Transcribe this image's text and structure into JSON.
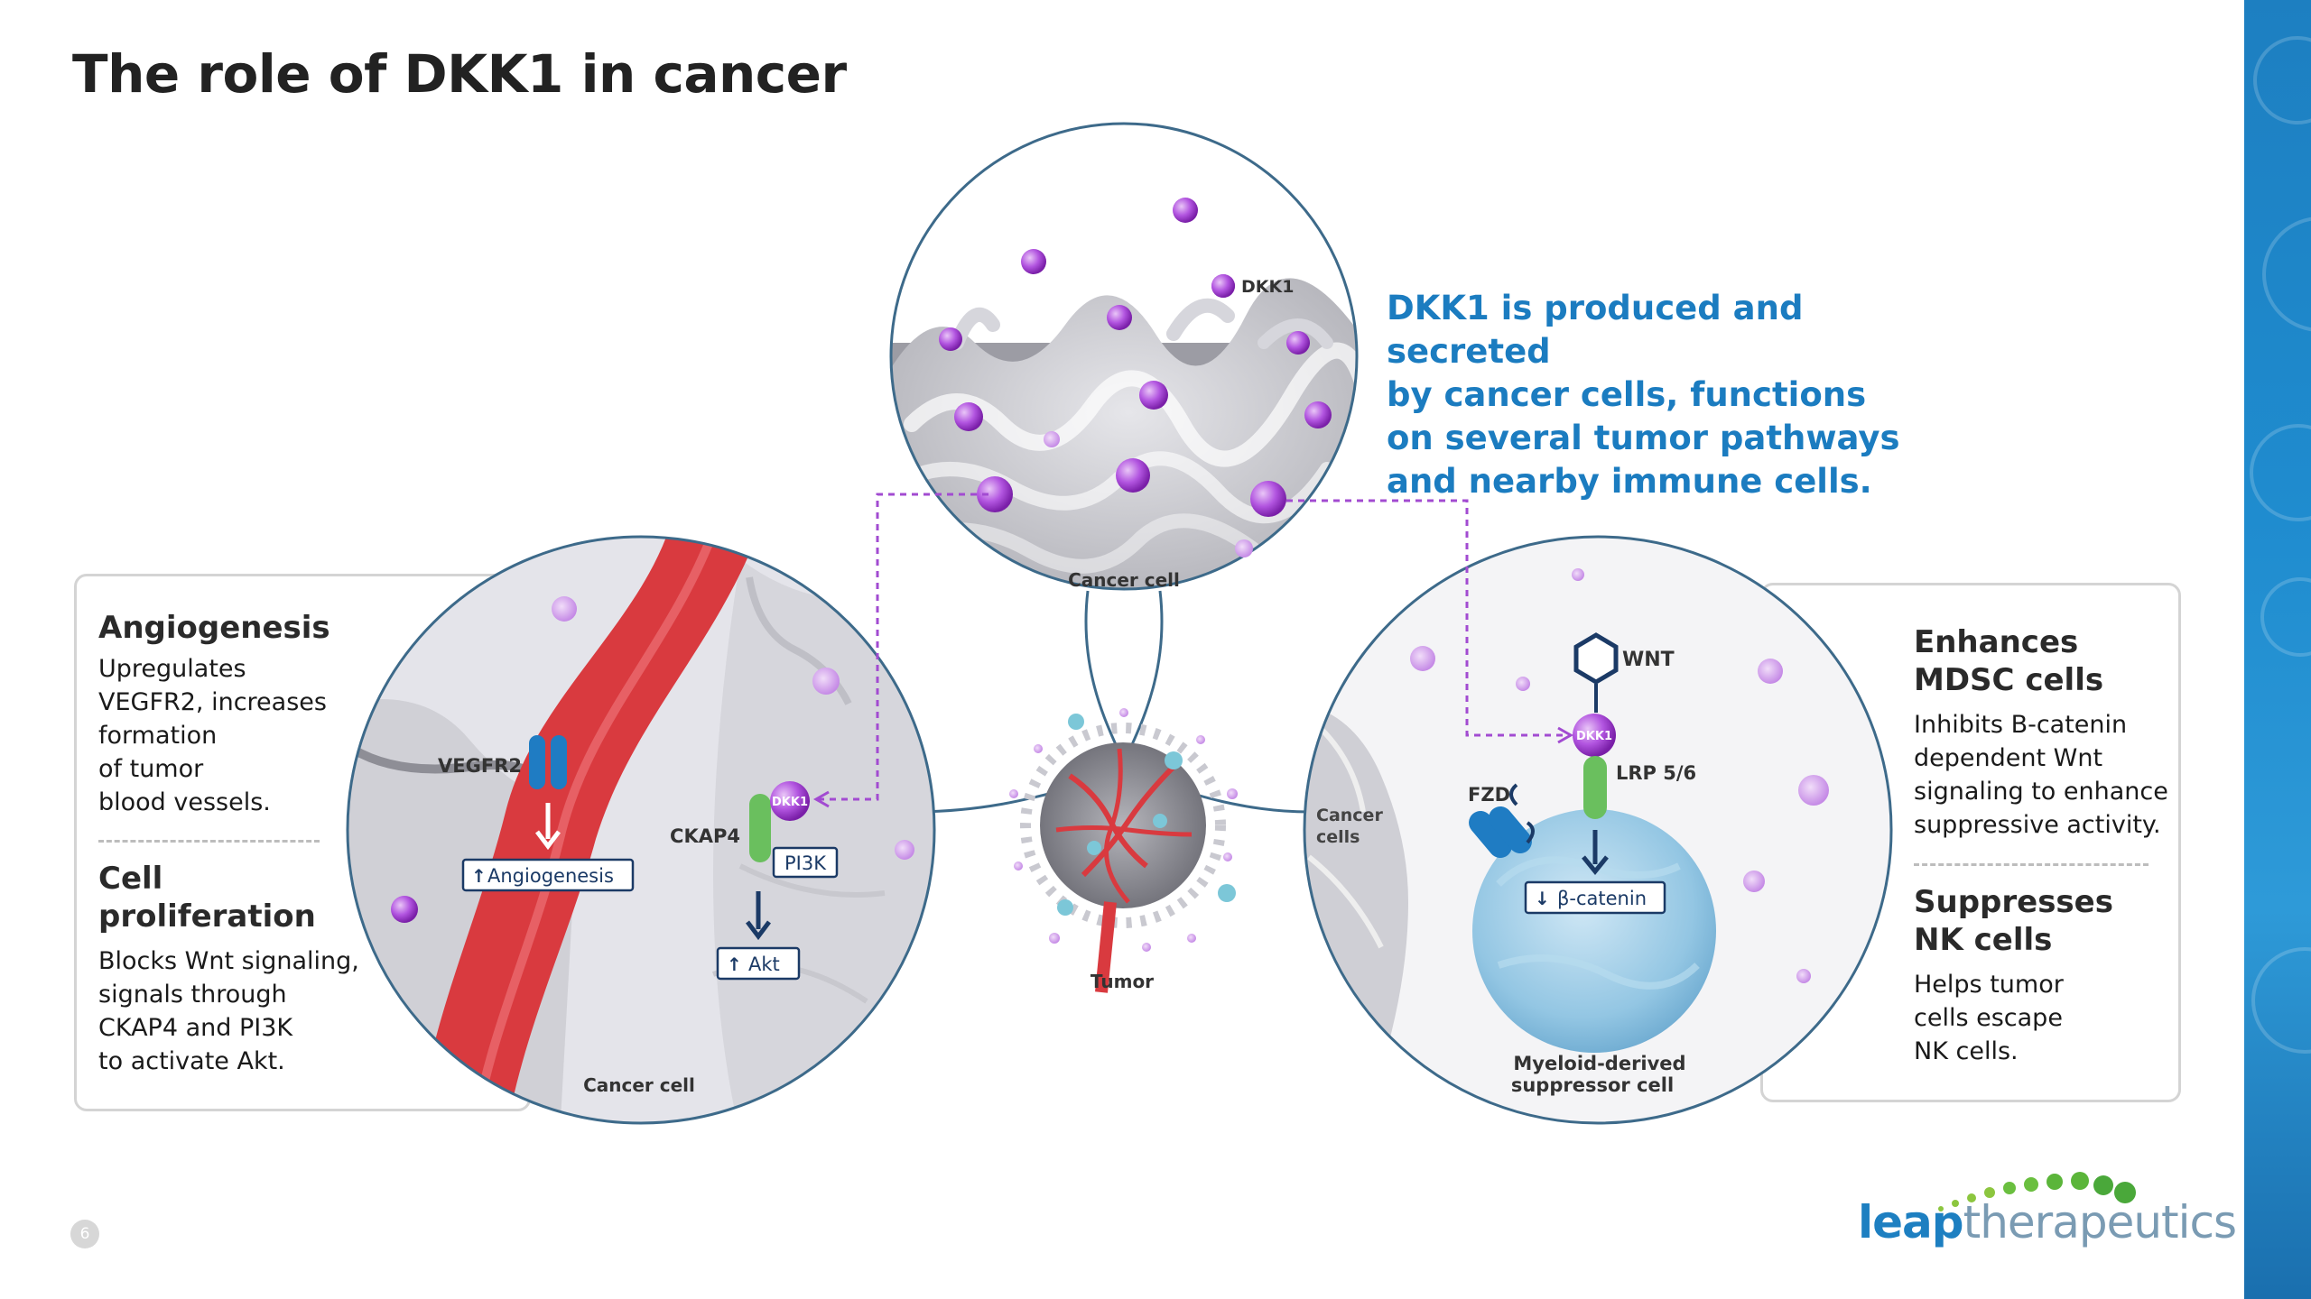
{
  "slide": {
    "title": "The role of DKK1 in cancer",
    "page_number": "6"
  },
  "callout": {
    "lines": [
      "DKK1 is produced and secreted",
      "by cancer cells, functions",
      "on several tumor pathways",
      "and nearby immune cells."
    ]
  },
  "left_box": {
    "angiogenesis_header": "Angiogenesis",
    "angiogenesis_lines": [
      "Upregulates",
      "VEGFR2, increases",
      "formation",
      "of tumor",
      "blood vessels."
    ],
    "proliferation_header": [
      "Cell",
      "proliferation"
    ],
    "proliferation_lines": [
      "Blocks Wnt signaling,",
      "signals through",
      "CKAP4 and PI3K",
      "to activate Akt."
    ]
  },
  "right_box": {
    "mdsc_header": [
      "Enhances",
      "MDSC cells"
    ],
    "mdsc_lines": [
      "Inhibits B-catenin",
      "dependent Wnt",
      "signaling to enhance",
      "suppressive activity."
    ],
    "nk_header": [
      "Suppresses",
      "NK cells"
    ],
    "nk_lines": [
      "Helps tumor",
      "cells escape",
      "NK cells."
    ]
  },
  "diagram": {
    "top_circle": {
      "dkk1_label": "DKK1",
      "cell_label": "Cancer cell"
    },
    "left_circle": {
      "vegfr2": "VEGFR2",
      "angiogenesis": "Angiogenesis",
      "ckap4": "CKAP4",
      "dkk1": "DKK1",
      "pi3k": "PI3K",
      "akt": "Akt",
      "cell_label": "Cancer cell"
    },
    "center": {
      "tumor_label": "Tumor"
    },
    "right_circle": {
      "wnt": "WNT",
      "dkk1": "DKK1",
      "lrp": "LRP 5/6",
      "fzd": "FZD",
      "beta_catenin": "β-catenin",
      "cancer_cells": [
        "Cancer",
        "cells"
      ],
      "mdsc_label": [
        "Myeloid-derived",
        "suppressor cell"
      ]
    }
  },
  "logo": {
    "part1": "leap",
    "part2": "therapeutics"
  },
  "colors": {
    "title": "#222222",
    "callout_blue": "#1b7cc0",
    "dkk1_purple": "#a24bd1",
    "vessel_red": "#d93a3f",
    "receptor_blue": "#1f7cc3",
    "green_receptor": "#6abf5e",
    "band_blue": "#1d7fc1"
  }
}
